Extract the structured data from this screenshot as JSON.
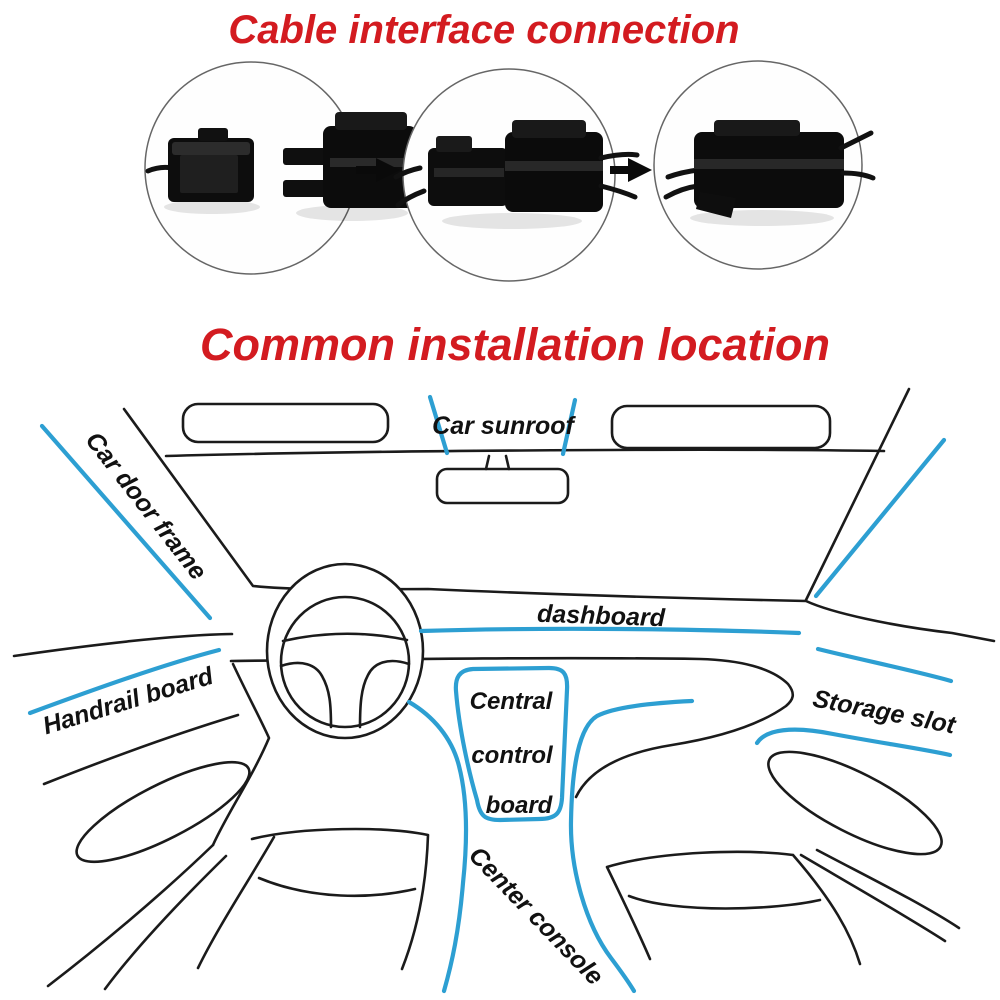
{
  "titles": {
    "cable": "Cable interface connection",
    "location": "Common installation location"
  },
  "colors": {
    "title_red": "#d31b20",
    "line_blue": "#2d9fd2",
    "sketch_black": "#1b1b1b"
  },
  "connector_photos": {
    "count": 3,
    "step_icons": [
      "connector-unplugged-photo",
      "connector-half-plugged-photo",
      "connector-plugged-photo"
    ],
    "arrow_icon": "arrow-right-icon"
  },
  "labels": {
    "car_sunroof": "Car sunroof",
    "car_door_frame": "Car door frame",
    "dashboard": "dashboard",
    "handrail_board": "Handrail board",
    "storage_slot": "Storage slot",
    "center_console": "Center console",
    "central_control_board": [
      "Central",
      "control",
      "board"
    ]
  }
}
